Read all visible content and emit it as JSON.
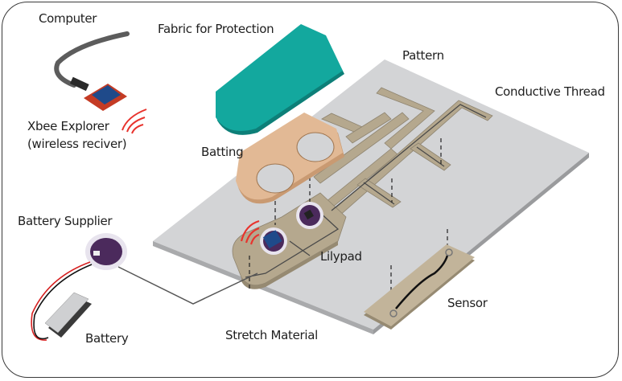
{
  "labels": {
    "computer": "Computer",
    "fabric": "Fabric for Protection",
    "pattern": "Pattern",
    "conductive_thread": "Conductive Thread",
    "xbee_line1": "Xbee Explorer",
    "xbee_line2": "(wireless reciver)",
    "batting": "Batting",
    "battery_supplier": "Battery Supplier",
    "lilypad": "Lilypad",
    "sensor": "Sensor",
    "battery": "Battery",
    "stretch_material": "Stretch Material"
  },
  "colors": {
    "fabric": "#13a89e",
    "fabric_edge": "#0d7f78",
    "batting": "#e2b995",
    "batting_edge": "#c99a72",
    "stretch_material": "#d3d4d6",
    "stretch_edge": "#9a9b9d",
    "pattern": "#b5a88e",
    "pattern_edge": "#8e8470",
    "thread": "#4a4a4a",
    "signal": "#e8332d",
    "lilypad_board": "#4b2a5c",
    "xbee_board": "#1f4a8a",
    "explorer_board": "#c43b24",
    "cable": "#5c5c5c",
    "battery": "#cfd0d2"
  }
}
